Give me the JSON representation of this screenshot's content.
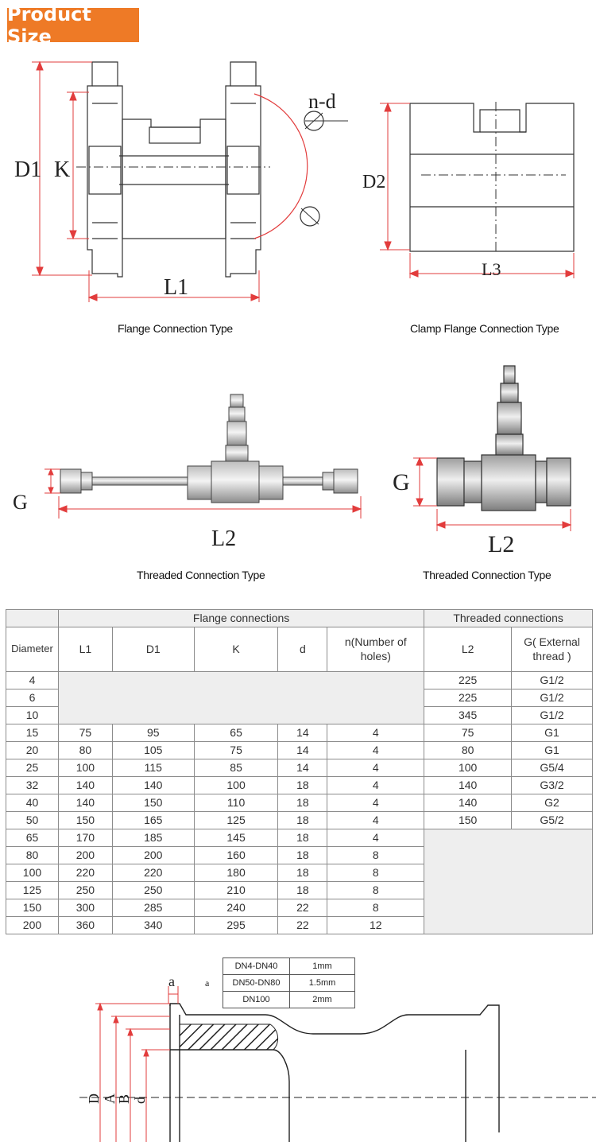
{
  "header": {
    "title": "Product Size"
  },
  "captions": {
    "flange": "Flange Connection Type",
    "clamp": "Clamp Flange Connection  Type",
    "threaded_left": "Threaded Connection Type",
    "threaded_right": "Threaded Connection  Type"
  },
  "dimension_labels": {
    "D1": "D1",
    "K": "K",
    "nd": "n-d",
    "L1": "L1",
    "D2": "D2",
    "L3": "L3",
    "G_left": "G",
    "L2_left": "L2",
    "G_right": "G",
    "L2_right": "L2"
  },
  "table": {
    "group_flange": "Flange connections",
    "group_threaded": "Threaded connections",
    "columns": {
      "diameter": "Diameter",
      "L1": "L1",
      "D1": "D1",
      "K": "K",
      "d": "d",
      "n_line1": "n(Number of",
      "n_line2": "holes)",
      "L2": "L2",
      "G_line1": "G( External",
      "G_line2": "thread )"
    },
    "rows": [
      {
        "diameter": "4",
        "L1": "",
        "D1": "",
        "K": "",
        "d": "",
        "n": "",
        "L2": "225",
        "G": "G1/2"
      },
      {
        "diameter": "6",
        "L1": "",
        "D1": "",
        "K": "",
        "d": "",
        "n": "",
        "L2": "225",
        "G": "G1/2"
      },
      {
        "diameter": "10",
        "L1": "",
        "D1": "",
        "K": "",
        "d": "",
        "n": "",
        "L2": "345",
        "G": "G1/2"
      },
      {
        "diameter": "15",
        "L1": "75",
        "D1": "95",
        "K": "65",
        "d": "14",
        "n": "4",
        "L2": "75",
        "G": "G1"
      },
      {
        "diameter": "20",
        "L1": "80",
        "D1": "105",
        "K": "75",
        "d": "14",
        "n": "4",
        "L2": "80",
        "G": "G1"
      },
      {
        "diameter": "25",
        "L1": "100",
        "D1": "115",
        "K": "85",
        "d": "14",
        "n": "4",
        "L2": "100",
        "G": "G5/4"
      },
      {
        "diameter": "32",
        "L1": "140",
        "D1": "140",
        "K": "100",
        "d": "18",
        "n": "4",
        "L2": "140",
        "G": "G3/2"
      },
      {
        "diameter": "40",
        "L1": "140",
        "D1": "150",
        "K": "110",
        "d": "18",
        "n": "4",
        "L2": "140",
        "G": "G2"
      },
      {
        "diameter": "50",
        "L1": "150",
        "D1": "165",
        "K": "125",
        "d": "18",
        "n": "4",
        "L2": "150",
        "G": "G5/2"
      },
      {
        "diameter": "65",
        "L1": "170",
        "D1": "185",
        "K": "145",
        "d": "18",
        "n": "4",
        "L2": "",
        "G": ""
      },
      {
        "diameter": "80",
        "L1": "200",
        "D1": "200",
        "K": "160",
        "d": "18",
        "n": "8",
        "L2": "",
        "G": ""
      },
      {
        "diameter": "100",
        "L1": "220",
        "D1": "220",
        "K": "180",
        "d": "18",
        "n": "8",
        "L2": "",
        "G": ""
      },
      {
        "diameter": "125",
        "L1": "250",
        "D1": "250",
        "K": "210",
        "d": "18",
        "n": "8",
        "L2": "",
        "G": ""
      },
      {
        "diameter": "150",
        "L1": "300",
        "D1": "285",
        "K": "240",
        "d": "22",
        "n": "8",
        "L2": "",
        "G": ""
      },
      {
        "diameter": "200",
        "L1": "360",
        "D1": "340",
        "K": "295",
        "d": "22",
        "n": "12",
        "L2": "",
        "G": ""
      }
    ]
  },
  "lip_table": {
    "label": "a",
    "rows": [
      {
        "range": "DN4-DN40",
        "value": "1mm"
      },
      {
        "range": "DN50-DN80",
        "value": "1.5mm"
      },
      {
        "range": "DN100",
        "value": "2mm"
      }
    ]
  },
  "bottom_labels": {
    "a": "a",
    "D": "D",
    "A": "A",
    "B": "B",
    "d": "d"
  },
  "colors": {
    "badge": "#ee7a26",
    "dimension_line": "#e23c3c",
    "drawing_line": "#333333"
  }
}
